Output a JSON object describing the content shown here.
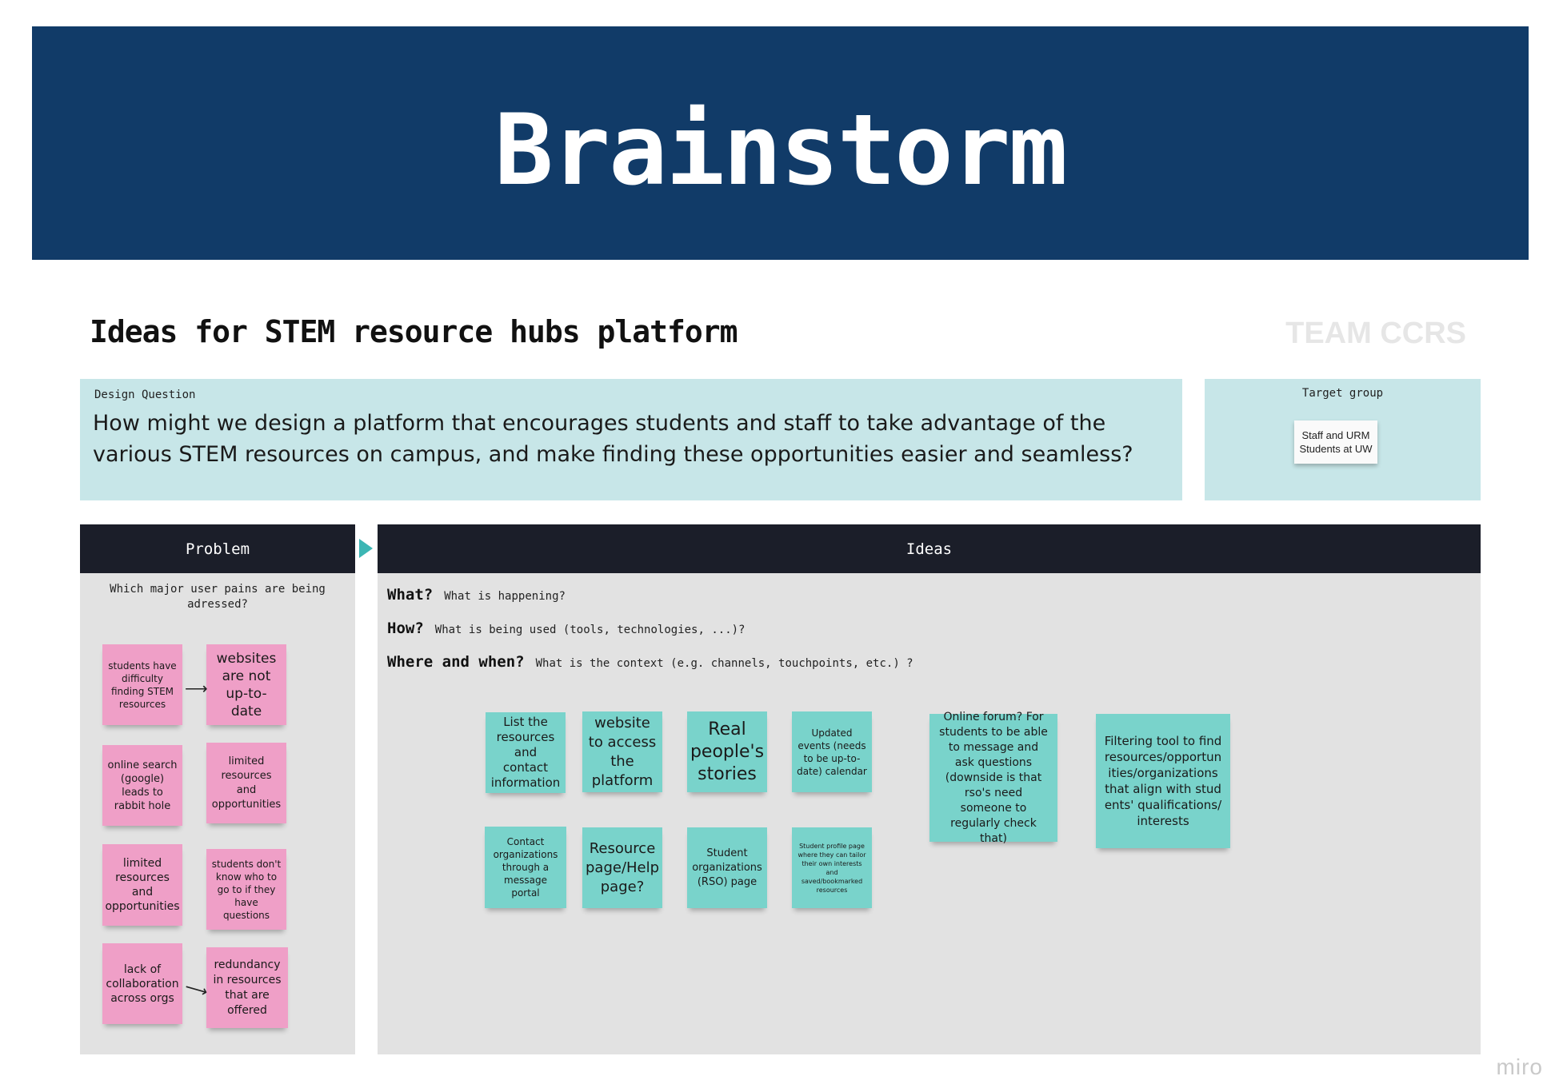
{
  "banner": {
    "title": "Brainstorm"
  },
  "header": {
    "board_title": "Ideas for STEM resource hubs platform",
    "team": "TEAM CCRS"
  },
  "design_question": {
    "label": "Design Question",
    "text": "How might we design a platform that encourages students and staff to take advantage of the various STEM resources on campus, and make finding these opportunities easier and seamless?"
  },
  "target_group": {
    "label": "Target group",
    "note": "Staff and URM Students at UW"
  },
  "problem": {
    "title": "Problem",
    "question": "Which major user pains are being adressed?",
    "notes": [
      "students have difficulty finding STEM resources",
      "websites are not up-to-date",
      "online search (google) leads to rabbit hole",
      "limited resources and opportunities",
      "limited resources and opportunities",
      "students don't know who to go to if they have questions",
      "lack of collaboration across orgs",
      "redundancy in resources that are offered"
    ],
    "arrow": "⟶"
  },
  "ideas": {
    "title": "Ideas",
    "prompts": [
      {
        "key": "What?",
        "text": "What is happening?"
      },
      {
        "key": "How?",
        "text": "What is being used (tools, technologies, ...)?"
      },
      {
        "key": "Where and when?",
        "text": "What is the context (e.g. channels, touchpoints, etc.) ?"
      }
    ],
    "notes": [
      "List the resources and contact information",
      "website to access the platform",
      "Real people's stories",
      "Updated events (needs to be up-to-date) calendar",
      "Online forum? For students to be able to message and ask questions (downside is that rso's need someone to regularly check that)",
      "Filtering tool to find resources/opportunities/organizations that align with students' qualifications/interests",
      "Contact organizations through a message portal",
      "Resource page/Help page?",
      "Student organizations (RSO) page",
      "Student profile page where they can tailor their own interests and saved/bookmarked resources"
    ]
  },
  "footer": {
    "logo": "miro"
  },
  "colors": {
    "banner": "#113b68",
    "pink_note": "#ef9fc7",
    "teal_note": "#79d3cb",
    "panel_header": "#1b1e29",
    "design_bg": "#c7e6e8"
  }
}
